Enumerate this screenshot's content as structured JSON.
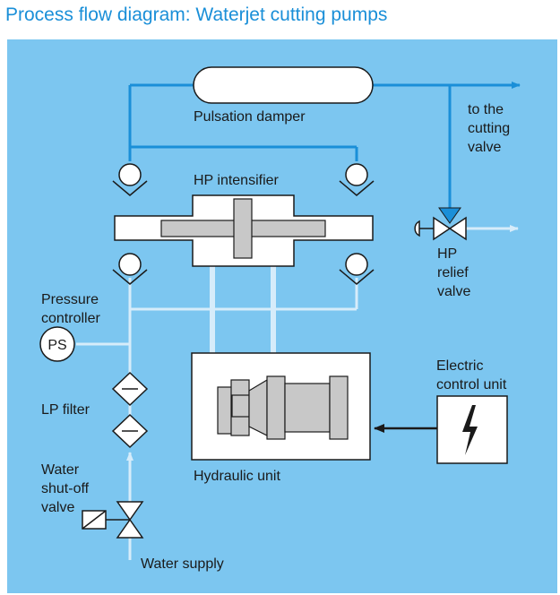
{
  "title": "Process flow diagram: Waterjet cutting pumps",
  "labels": {
    "pulsation_damper": "Pulsation damper",
    "to_cutting_valve": [
      "to the",
      "cutting",
      "valve"
    ],
    "hp_intensifier": "HP intensifier",
    "hp_relief_valve": [
      "HP",
      "relief",
      "valve"
    ],
    "pressure_controller": [
      "Pressure",
      "controller"
    ],
    "ps": "PS",
    "lp_filter": "LP filter",
    "electric_control_unit": [
      "Electric",
      "control unit"
    ],
    "hydraulic_unit": "Hydraulic unit",
    "water_shutoff_valve": [
      "Water",
      "shut-off",
      "valve"
    ],
    "water_supply": "Water supply"
  },
  "colors": {
    "title": "#1a8fd8",
    "background": "#7cc6f0",
    "hp_line": "#1a8fd8",
    "lp_line": "#d6ecfa",
    "component_fill": "#ffffff",
    "piston_fill": "#c8c8c8",
    "control_line": "#1a1a1a"
  },
  "icons": [
    "check-valve-icon",
    "lightning-bolt-icon",
    "solenoid-valve-icon",
    "filter-icon"
  ]
}
